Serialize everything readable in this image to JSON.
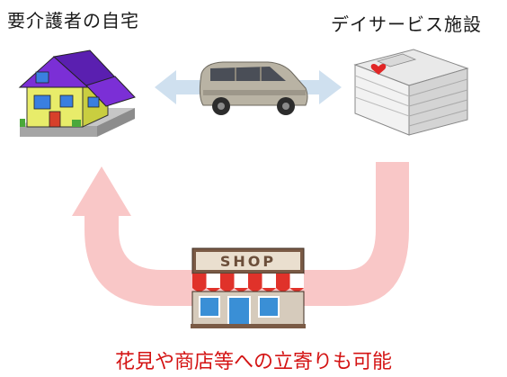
{
  "labels": {
    "home": "要介護者の自宅",
    "facility": "デイサービス施設",
    "caption": "花見や商店等への立寄りも可能"
  },
  "shop": {
    "sign": "SHOP"
  },
  "colors": {
    "route_arrow": "#f9c7c7",
    "shuttle_arrow": "#cfe0ef",
    "caption_text": "#d41414",
    "roof": "#7b2fd6",
    "house_wall": "#e8ec6a"
  },
  "icons": {
    "home": "house-icon",
    "facility": "building-icon",
    "vehicle": "van-icon",
    "store": "shop-icon"
  }
}
